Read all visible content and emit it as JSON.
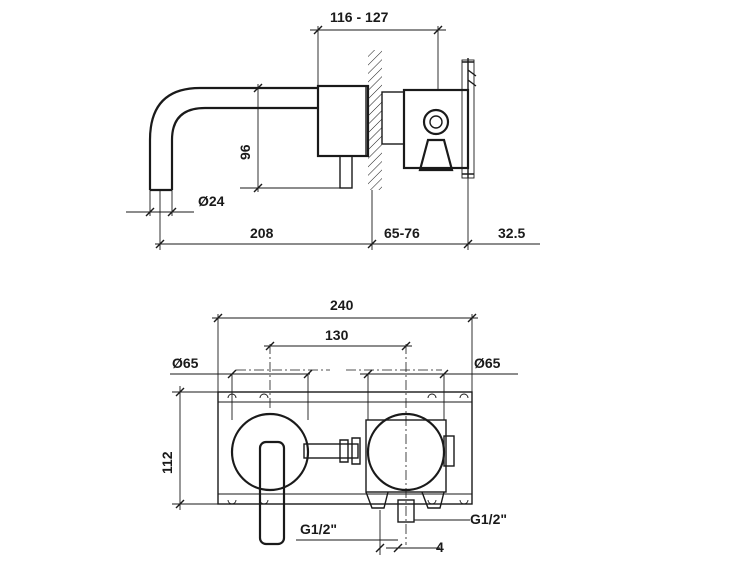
{
  "side_view": {
    "dim_depth": "116 - 127",
    "dim_height": "96",
    "dim_spout_diameter": "Ø24",
    "dim_spout_length": "208",
    "dim_wall_range": "65-76",
    "dim_box_depth": "32.5"
  },
  "front_view": {
    "dim_total_width": "240",
    "dim_center_distance": "130",
    "dim_left_plate": "Ø65",
    "dim_right_plate": "Ø65",
    "dim_height": "112",
    "dim_inlet_left": "G1/2\"",
    "dim_inlet_right": "G1/2\"",
    "dim_offset": "4"
  }
}
